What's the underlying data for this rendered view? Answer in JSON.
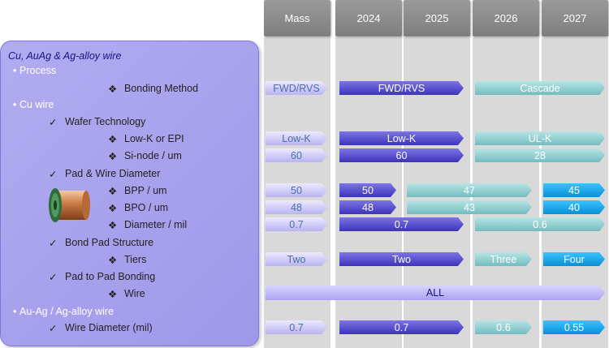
{
  "headers": [
    "Mass",
    "2024",
    "2025",
    "2026",
    "2027"
  ],
  "panel": {
    "title": "Cu, AuAg & Ag-alloy wire",
    "items": [
      {
        "bullet": "•",
        "text": "Process"
      },
      {
        "bullet": "❖",
        "text": "Bonding Method"
      },
      {
        "bullet": "•",
        "text": "Cu wire"
      },
      {
        "bullet": "✓",
        "text": "Wafer Technology"
      },
      {
        "bullet": "❖",
        "text": "Low-K or EPI"
      },
      {
        "bullet": "❖",
        "text": "Si-node / um"
      },
      {
        "bullet": "✓",
        "text": "Pad & Wire Diameter"
      },
      {
        "bullet": "❖",
        "text": "BPP / um"
      },
      {
        "bullet": "❖",
        "text": "BPO / um"
      },
      {
        "bullet": "❖",
        "text": "Diameter / mil"
      },
      {
        "bullet": "✓",
        "text": "Bond Pad Structure"
      },
      {
        "bullet": "❖",
        "text": "Tiers"
      },
      {
        "bullet": "✓",
        "text": "Pad to Pad Bonding"
      },
      {
        "bullet": "❖",
        "text": "Wire"
      },
      {
        "bullet": "•",
        "text": "Au-Ag / Ag-alloy wire"
      },
      {
        "bullet": "✓",
        "text": "Wire Diameter (mil)"
      }
    ]
  },
  "rows": {
    "bonding": {
      "mass": "FWD/RVS",
      "a": "FWD/RVS",
      "b": "Cascade"
    },
    "lowk": {
      "mass": "Low-K",
      "a": "Low-K",
      "b": "UL-K"
    },
    "sinode": {
      "mass": "60",
      "a": "60",
      "b": "28"
    },
    "bpp": {
      "mass": "50",
      "a": "50",
      "b": "47",
      "c": "45"
    },
    "bpo": {
      "mass": "48",
      "a": "48",
      "b": "43",
      "c": "40"
    },
    "diameter": {
      "mass": "0.7",
      "a": "0.7",
      "b": "0.6"
    },
    "tiers": {
      "mass": "Two",
      "a": "Two",
      "b": "Three",
      "c": "Four"
    },
    "wire": {
      "all": "ALL"
    },
    "auag": {
      "mass": "0.7",
      "a": "0.7",
      "b": "0.6",
      "c": "0.55"
    }
  }
}
